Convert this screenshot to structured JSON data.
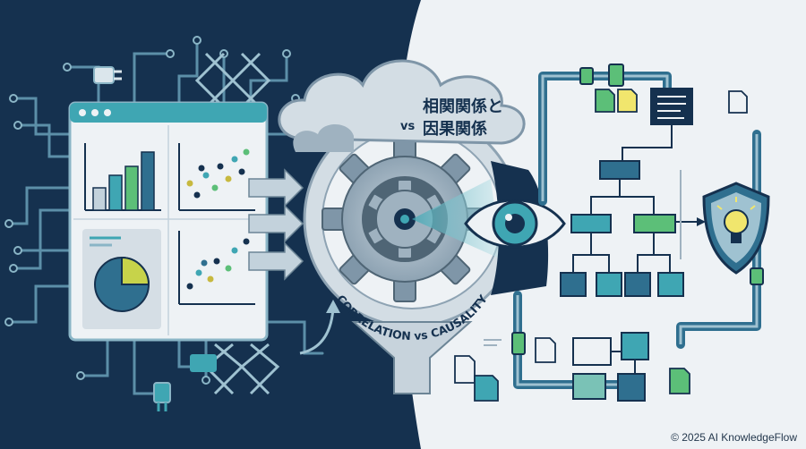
{
  "cloud": {
    "vs_label": "vs",
    "title_line1": "相関関係と",
    "title_line2": "因果関係"
  },
  "gear_ring": {
    "text": "CORRELATION vs CAUSALITY"
  },
  "footer": {
    "copyright": "© 2025 AI KnowledgeFlow"
  },
  "colors": {
    "navy": "#15314f",
    "teal": "#3fa6b3",
    "green": "#5cbf78",
    "light_bg": "#eef2f5",
    "slate": "#7f96a8"
  }
}
